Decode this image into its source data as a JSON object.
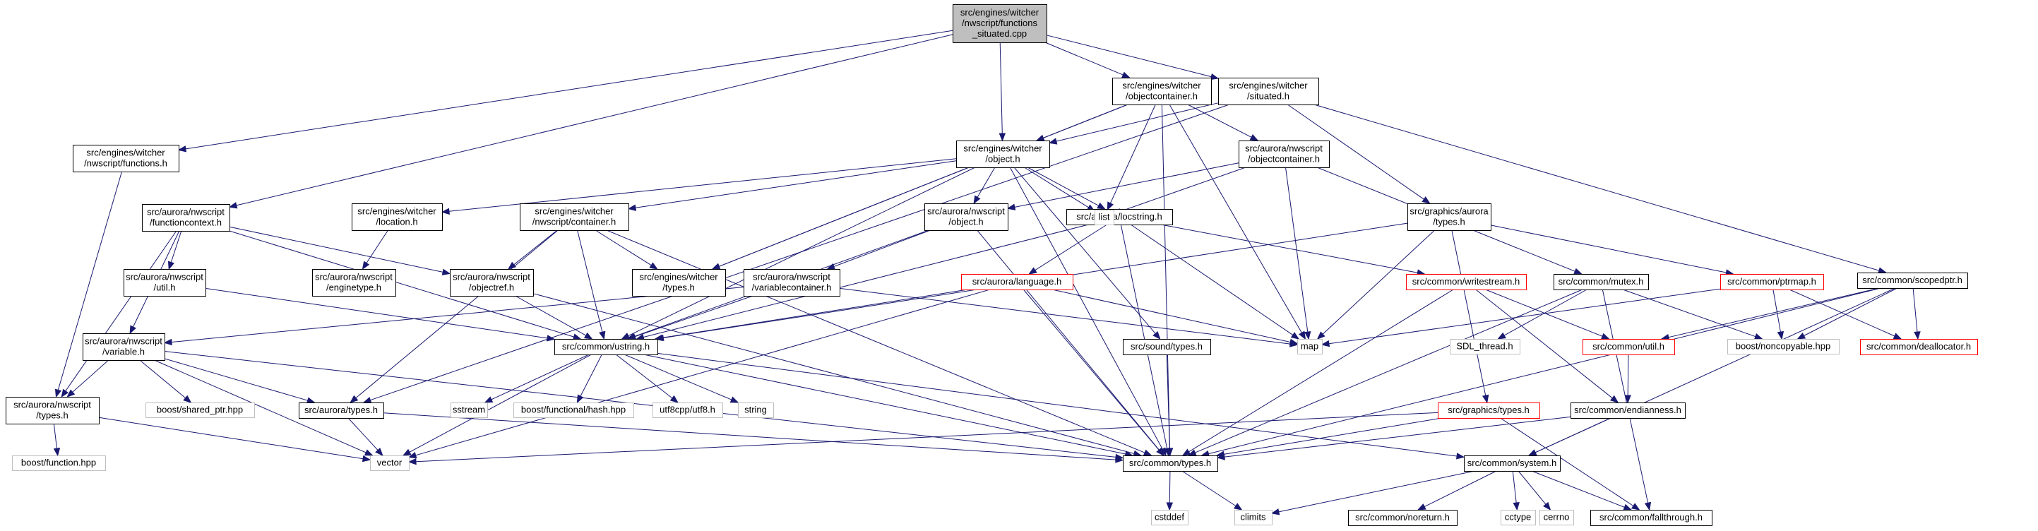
{
  "colors": {
    "edge": "#191970",
    "root_fill": "#bfbfbf",
    "normal_border": "#000000",
    "truncated_border": "#ff0000",
    "external_border": "#bfbfbf",
    "text": "#000000"
  },
  "nodes": [
    {
      "id": "root",
      "kind": "root",
      "lines": [
        "src/engines/witcher",
        "/nwscript/functions",
        "_situated.cpp"
      ]
    },
    {
      "id": "objectcontainer",
      "kind": "normal",
      "lines": [
        "src/engines/witcher",
        "/objectcontainer.h"
      ]
    },
    {
      "id": "situated",
      "kind": "normal",
      "lines": [
        "src/engines/witcher",
        "/situated.h"
      ]
    },
    {
      "id": "functions",
      "kind": "normal",
      "lines": [
        "src/engines/witcher",
        "/nwscript/functions.h"
      ]
    },
    {
      "id": "object",
      "kind": "normal",
      "lines": [
        "src/engines/witcher",
        "/object.h"
      ]
    },
    {
      "id": "nwobjectcontainer",
      "kind": "normal",
      "lines": [
        "src/aurora/nwscript",
        "/objectcontainer.h"
      ]
    },
    {
      "id": "functioncontext",
      "kind": "normal",
      "lines": [
        "src/aurora/nwscript",
        "/functioncontext.h"
      ]
    },
    {
      "id": "location",
      "kind": "normal",
      "lines": [
        "src/engines/witcher",
        "/location.h"
      ]
    },
    {
      "id": "container",
      "kind": "normal",
      "lines": [
        "src/engines/witcher",
        "/nwscript/container.h"
      ]
    },
    {
      "id": "nwobject",
      "kind": "normal",
      "lines": [
        "src/aurora/nwscript",
        "/object.h"
      ]
    },
    {
      "id": "locstring",
      "kind": "normal",
      "lines": [
        "src/aurora/locstring.h"
      ]
    },
    {
      "id": "list",
      "kind": "external",
      "lines": [
        "list"
      ]
    },
    {
      "id": "gatypes",
      "kind": "normal",
      "lines": [
        "src/graphics/aurora",
        "/types.h"
      ]
    },
    {
      "id": "nwutil",
      "kind": "normal",
      "lines": [
        "src/aurora/nwscript",
        "/util.h"
      ]
    },
    {
      "id": "enginetype",
      "kind": "normal",
      "lines": [
        "src/aurora/nwscript",
        "/enginetype.h"
      ]
    },
    {
      "id": "objectref",
      "kind": "normal",
      "lines": [
        "src/aurora/nwscript",
        "/objectref.h"
      ]
    },
    {
      "id": "wtypes",
      "kind": "normal",
      "lines": [
        "src/engines/witcher",
        "/types.h"
      ]
    },
    {
      "id": "varcontainer",
      "kind": "normal",
      "lines": [
        "src/aurora/nwscript",
        "/variablecontainer.h"
      ]
    },
    {
      "id": "language",
      "kind": "truncated",
      "lines": [
        "src/aurora/language.h"
      ]
    },
    {
      "id": "writestream",
      "kind": "truncated",
      "lines": [
        "src/common/writestream.h"
      ]
    },
    {
      "id": "mutex",
      "kind": "normal",
      "lines": [
        "src/common/mutex.h"
      ]
    },
    {
      "id": "ptrmap",
      "kind": "truncated",
      "lines": [
        "src/common/ptrmap.h"
      ]
    },
    {
      "id": "scopedptr",
      "kind": "normal",
      "lines": [
        "src/common/scopedptr.h"
      ]
    },
    {
      "id": "variable",
      "kind": "normal",
      "lines": [
        "src/aurora/nwscript",
        "/variable.h"
      ]
    },
    {
      "id": "ustring",
      "kind": "normal",
      "lines": [
        "src/common/ustring.h"
      ]
    },
    {
      "id": "soundtypes",
      "kind": "normal",
      "lines": [
        "src/sound/types.h"
      ]
    },
    {
      "id": "map",
      "kind": "external",
      "lines": [
        "map"
      ]
    },
    {
      "id": "sdlthread",
      "kind": "external",
      "lines": [
        "SDL_thread.h"
      ]
    },
    {
      "id": "util",
      "kind": "truncated",
      "lines": [
        "src/common/util.h"
      ]
    },
    {
      "id": "noncopyable",
      "kind": "external",
      "lines": [
        "boost/noncopyable.hpp"
      ]
    },
    {
      "id": "deallocator",
      "kind": "truncated",
      "lines": [
        "src/common/deallocator.h"
      ]
    },
    {
      "id": "nwtypes",
      "kind": "normal",
      "lines": [
        "src/aurora/nwscript",
        "/types.h"
      ]
    },
    {
      "id": "sharedptr",
      "kind": "external",
      "lines": [
        "boost/shared_ptr.hpp"
      ]
    },
    {
      "id": "auroratypes",
      "kind": "normal",
      "lines": [
        "src/aurora/types.h"
      ]
    },
    {
      "id": "sstream",
      "kind": "external",
      "lines": [
        "sstream"
      ]
    },
    {
      "id": "hash",
      "kind": "external",
      "lines": [
        "boost/functional/hash.hpp"
      ]
    },
    {
      "id": "utf8",
      "kind": "external",
      "lines": [
        "utf8cpp/utf8.h"
      ]
    },
    {
      "id": "string",
      "kind": "external",
      "lines": [
        "string"
      ]
    },
    {
      "id": "gtypes",
      "kind": "truncated",
      "lines": [
        "src/graphics/types.h"
      ]
    },
    {
      "id": "endianness",
      "kind": "normal",
      "lines": [
        "src/common/endianness.h"
      ]
    },
    {
      "id": "function",
      "kind": "external",
      "lines": [
        "boost/function.hpp"
      ]
    },
    {
      "id": "vector",
      "kind": "external",
      "lines": [
        "vector"
      ]
    },
    {
      "id": "ctypes",
      "kind": "normal",
      "lines": [
        "src/common/types.h"
      ]
    },
    {
      "id": "system",
      "kind": "normal",
      "lines": [
        "src/common/system.h"
      ]
    },
    {
      "id": "cstddef",
      "kind": "external",
      "lines": [
        "cstddef"
      ]
    },
    {
      "id": "climits",
      "kind": "external",
      "lines": [
        "climits"
      ]
    },
    {
      "id": "noreturn",
      "kind": "normal",
      "lines": [
        "src/common/noreturn.h"
      ]
    },
    {
      "id": "cctype",
      "kind": "external",
      "lines": [
        "cctype"
      ]
    },
    {
      "id": "cerrno",
      "kind": "external",
      "lines": [
        "cerrno"
      ]
    },
    {
      "id": "fallthrough",
      "kind": "normal",
      "lines": [
        "src/common/fallthrough.h"
      ]
    }
  ],
  "edges": [
    [
      "root",
      "functions"
    ],
    [
      "root",
      "functioncontext"
    ],
    [
      "root",
      "object"
    ],
    [
      "root",
      "objectcontainer"
    ],
    [
      "root",
      "situated"
    ],
    [
      "functions",
      "nwtypes"
    ],
    [
      "functioncontext",
      "nwtypes"
    ],
    [
      "functioncontext",
      "variable"
    ],
    [
      "functioncontext",
      "nwutil"
    ],
    [
      "functioncontext",
      "objectref"
    ],
    [
      "functioncontext",
      "ustring"
    ],
    [
      "nwutil",
      "ustring"
    ],
    [
      "variable",
      "nwtypes"
    ],
    [
      "variable",
      "sharedptr"
    ],
    [
      "variable",
      "auroratypes"
    ],
    [
      "variable",
      "vector"
    ],
    [
      "variable",
      "ctypes"
    ],
    [
      "nwtypes",
      "function"
    ],
    [
      "nwtypes",
      "vector"
    ],
    [
      "object",
      "location"
    ],
    [
      "object",
      "container"
    ],
    [
      "object",
      "nwobject"
    ],
    [
      "object",
      "locstring"
    ],
    [
      "object",
      "wtypes"
    ],
    [
      "object",
      "list"
    ],
    [
      "object",
      "soundtypes"
    ],
    [
      "object",
      "ctypes"
    ],
    [
      "object",
      "ustring"
    ],
    [
      "location",
      "enginetype"
    ],
    [
      "container",
      "objectref"
    ],
    [
      "container",
      "wtypes"
    ],
    [
      "container",
      "ustring"
    ],
    [
      "container",
      "auroratypes"
    ],
    [
      "container",
      "ctypes"
    ],
    [
      "objectref",
      "ustring"
    ],
    [
      "objectref",
      "ctypes"
    ],
    [
      "nwobject",
      "varcontainer"
    ],
    [
      "nwobject",
      "ustring"
    ],
    [
      "nwobject",
      "ctypes"
    ],
    [
      "varcontainer",
      "variable"
    ],
    [
      "varcontainer",
      "map"
    ],
    [
      "varcontainer",
      "ustring"
    ],
    [
      "locstring",
      "language"
    ],
    [
      "locstring",
      "writestream"
    ],
    [
      "locstring",
      "map"
    ],
    [
      "locstring",
      "ctypes"
    ],
    [
      "locstring",
      "ustring"
    ],
    [
      "language",
      "ustring"
    ],
    [
      "language",
      "map"
    ],
    [
      "language",
      "vector"
    ],
    [
      "language",
      "ctypes"
    ],
    [
      "writestream",
      "util"
    ],
    [
      "writestream",
      "endianness"
    ],
    [
      "writestream",
      "ctypes"
    ],
    [
      "util",
      "endianness"
    ],
    [
      "endianness",
      "system"
    ],
    [
      "endianness",
      "ctypes"
    ],
    [
      "objectcontainer",
      "object"
    ],
    [
      "objectcontainer",
      "nwobjectcontainer"
    ],
    [
      "objectcontainer",
      "wtypes"
    ],
    [
      "objectcontainer",
      "list"
    ],
    [
      "objectcontainer",
      "map"
    ],
    [
      "objectcontainer",
      "ctypes"
    ],
    [
      "nwobjectcontainer",
      "nwobject"
    ],
    [
      "nwobjectcontainer",
      "mutex"
    ],
    [
      "nwobjectcontainer",
      "list"
    ],
    [
      "nwobjectcontainer",
      "map"
    ],
    [
      "mutex",
      "sdlthread"
    ],
    [
      "mutex",
      "noncopyable"
    ],
    [
      "mutex",
      "ctypes"
    ],
    [
      "mutex",
      "fallthrough"
    ],
    [
      "situated",
      "object"
    ],
    [
      "situated",
      "gatypes"
    ],
    [
      "situated",
      "scopedptr"
    ],
    [
      "situated",
      "auroratypes"
    ],
    [
      "gatypes",
      "ptrmap"
    ],
    [
      "gatypes",
      "gtypes"
    ],
    [
      "gatypes",
      "map"
    ],
    [
      "gatypes",
      "ustring"
    ],
    [
      "gtypes",
      "vector"
    ],
    [
      "gtypes",
      "ctypes"
    ],
    [
      "gtypes",
      "fallthrough"
    ],
    [
      "ptrmap",
      "map"
    ],
    [
      "ptrmap",
      "noncopyable"
    ],
    [
      "ptrmap",
      "deallocator"
    ],
    [
      "scopedptr",
      "noncopyable"
    ],
    [
      "scopedptr",
      "deallocator"
    ],
    [
      "scopedptr",
      "util"
    ],
    [
      "scopedptr",
      "ctypes"
    ],
    [
      "scopedptr",
      "system"
    ],
    [
      "ustring",
      "sstream"
    ],
    [
      "ustring",
      "hash"
    ],
    [
      "ustring",
      "utf8"
    ],
    [
      "ustring",
      "string"
    ],
    [
      "ustring",
      "vector"
    ],
    [
      "ustring",
      "ctypes"
    ],
    [
      "ustring",
      "system"
    ],
    [
      "auroratypes",
      "vector"
    ],
    [
      "auroratypes",
      "ctypes"
    ],
    [
      "soundtypes",
      "ctypes"
    ],
    [
      "ctypes",
      "cstddef"
    ],
    [
      "ctypes",
      "climits"
    ],
    [
      "system",
      "climits"
    ],
    [
      "system",
      "noreturn"
    ],
    [
      "system",
      "cctype"
    ],
    [
      "system",
      "cerrno"
    ],
    [
      "system",
      "fallthrough"
    ]
  ]
}
